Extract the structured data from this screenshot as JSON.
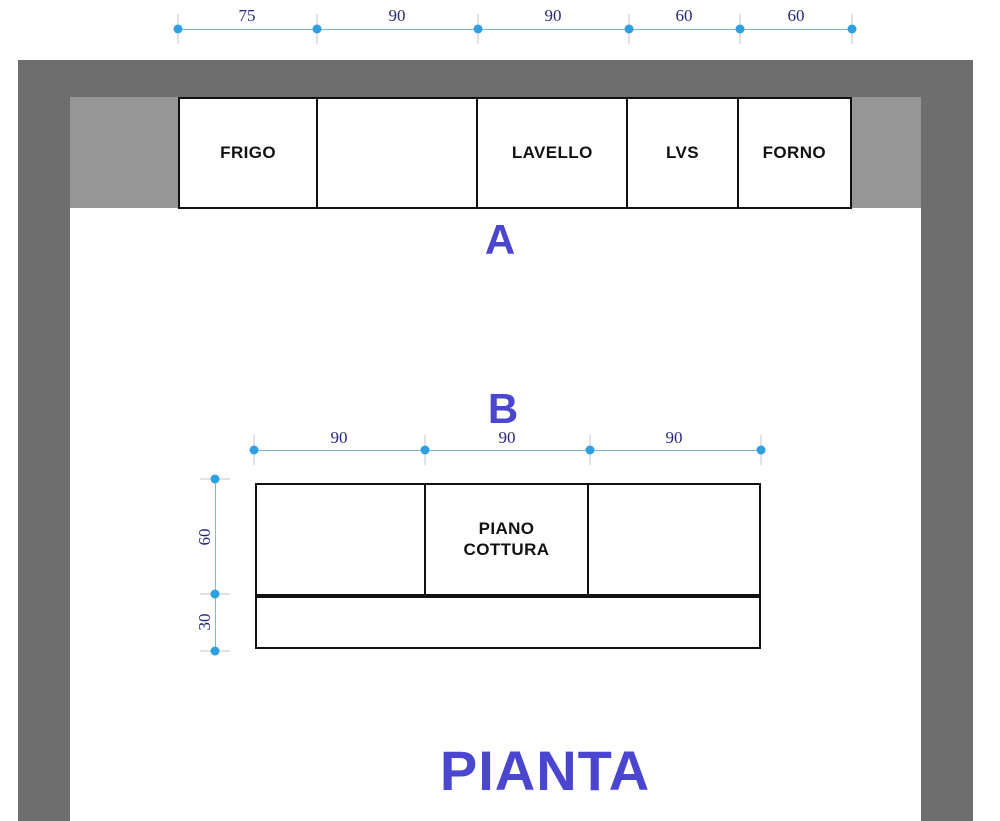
{
  "drawing": {
    "title": "PIANTA",
    "sections": [
      {
        "id": "A",
        "label": "A"
      },
      {
        "id": "B",
        "label": "B"
      }
    ]
  },
  "top_dimension_line": {
    "unit": "cm",
    "segments": [
      {
        "label": "75"
      },
      {
        "label": "90"
      },
      {
        "label": "90"
      },
      {
        "label": "60"
      },
      {
        "label": "60"
      }
    ]
  },
  "middle_dimension_line": {
    "unit": "cm",
    "segments": [
      {
        "label": "90"
      },
      {
        "label": "90"
      },
      {
        "label": "90"
      }
    ]
  },
  "vertical_dimension_line": {
    "unit": "cm",
    "segments": [
      {
        "label": "60"
      },
      {
        "label": "30"
      }
    ]
  },
  "wall_A": {
    "cabinets": [
      {
        "label": "FRIGO"
      },
      {
        "label": ""
      },
      {
        "label": "LAVELLO"
      },
      {
        "label": "LVS"
      },
      {
        "label": "FORNO"
      }
    ]
  },
  "wall_B": {
    "upper_cabinets": [
      {
        "label": ""
      },
      {
        "label": "PIANO\nCOTTURA"
      },
      {
        "label": ""
      }
    ],
    "lower_cabinets": [
      {
        "label": ""
      }
    ]
  },
  "colors": {
    "wall_dark": "#6e6e6e",
    "wall_light": "#969696",
    "outline": "#111111",
    "dimension_line": "#7fb8d4",
    "dimension_dot": "#2e9fe0",
    "dimension_text": "#26267a",
    "label_accent": "#4a46cf"
  }
}
